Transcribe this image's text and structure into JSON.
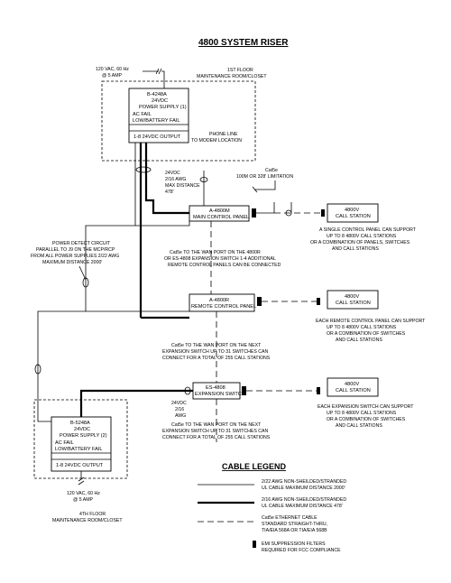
{
  "title": "4800 SYSTEM RISER",
  "top_power": {
    "line1": "120 VAC, 60 Hz",
    "line2": "@ 5 AMP"
  },
  "first_floor": {
    "line1": "1ST FLOOR",
    "line2": "MAINTENANCE ROOM/CLOSET"
  },
  "ps1": {
    "model": "B-4248A",
    "voltage": "24VDC",
    "name": "POWER SUPPLY (1)",
    "ac_fail": "AC FAIL",
    "low_batt": "LOW/BATTERY FAIL",
    "output": "1-8 24VDC OUTPUT"
  },
  "phone_line": {
    "line1": "PHONE LINE",
    "line2": "TO MODEM LOCATION"
  },
  "wire_spec_1": {
    "line1": "24VDC",
    "line2": "2/16 AWG",
    "line3": "MAX DISTANCE",
    "line4": "478'"
  },
  "cat5e_limit": {
    "line1": "Cat5e",
    "line2": "100M OR 328' LIMITATION"
  },
  "main_panel": {
    "model": "A-4800M",
    "name": "MAIN CONTROL PANEL"
  },
  "call_station_label": {
    "line1": "4800V",
    "line2": "CALL STATION"
  },
  "main_note": {
    "line1": "A SINGLE CONTROL PANEL CAN SUPPORT",
    "line2": "UP TO 8 4800V CALL STATIONS",
    "line3": "OR A COMBINATION OF PANELS, SWITCHES",
    "line4": "AND CALL STATIONS"
  },
  "power_detect": {
    "line1": "POWER DETECT CIRCUIT",
    "line2": "PARALLEL TO J9 ON THE MCP/RCP",
    "line3": "FROM ALL POWER SUPPLIES 2/22 AWG",
    "line4": "MAXIMUM DISTANCE 2000'"
  },
  "wan_note_1": {
    "line1": "Cat5e TO THE WAN PORT ON THE 4800R",
    "line2": "OR ES-4808 EXPANSION SWITCH 1-4 ADDITIONAL",
    "line3": "REMOTE CONTROL PANELS CAN BE CONNECTED"
  },
  "remote_panel": {
    "model": "A-4800R",
    "name": "REMOTE CONTROL PANEL"
  },
  "remote_note": {
    "line1": "EACH REMOTE CONTROL PANEL CAN SUPPORT",
    "line2": "UP TO 8 4800V CALL STATIONS",
    "line3": "OR A COMBINATION OF SWITCHES",
    "line4": "AND CALL STATIONS"
  },
  "wan_note_2": {
    "line1": "Cat5e TO THE WAN PORT ON THE NEXT",
    "line2": "EXPANSION SWITCH UP TO 31 SWITCHES CAN",
    "line3": "CONNECT FOR A TOTAL OF 255 CALL STATIONS"
  },
  "exp_switch": {
    "model": "ES-4808",
    "name": "EXPANSION SWITCH"
  },
  "switch_note": {
    "line1": "EACH EXPANSION SWITCH CAN SUPPORT",
    "line2": "UP TO 8 4800V CALL STATIONS",
    "line3": "OR A COMBINATION OF SWITCHES",
    "line4": "AND CALL STATIONS"
  },
  "wire_spec_2": {
    "line1": "24VDC",
    "line2": "2/16",
    "line3": "AWG"
  },
  "ps2": {
    "model": "B-5248A",
    "voltage": "24VDC",
    "name": "POWER SUPPLY (2)",
    "ac_fail": "AC FAIL",
    "low_batt": "LOW/BATTERY FAIL",
    "output": "1-8 24VDC OUTPUT"
  },
  "wan_note_3": {
    "line1": "Cat5e TO THE WAN PORT ON THE NEXT",
    "line2": "EXPANSION SWITCH UP TO 31 SWITCHES CAN",
    "line3": "CONNECT FOR A TOTAL OF 255 CALL STATIONS"
  },
  "bottom_power": {
    "line1": "120 VAC, 60 Hz",
    "line2": "@ 5 AMP"
  },
  "fourth_floor": {
    "line1": "4TH FLOOR",
    "line2": "MAINTENANCE ROOM/CLOSET"
  },
  "legend": {
    "title": "CABLE LEGEND",
    "thin_line1": "2/22 AWG NON-SHEILDED/STRANDED",
    "thin_line2": "UL CABLE MAXIMUM DISTANCE 2000'",
    "thick_line1": "2/16 AWG NON-SHEILDED/STRANDED",
    "thick_line2": "UL CABLE MAXIMUM DISTANCE 478'",
    "dash_line1": "Cat5e ETHERNET CABLE",
    "dash_line2": "STANDARD STRAIGHT-THRU,",
    "dash_line3": "TIA/EIA 568A OR TIA/EIA 568B",
    "filter_line1": "EMI SUPPRESSION FILTERS",
    "filter_line2": "REQUIRED FOR FCC COMPLIANCE"
  }
}
